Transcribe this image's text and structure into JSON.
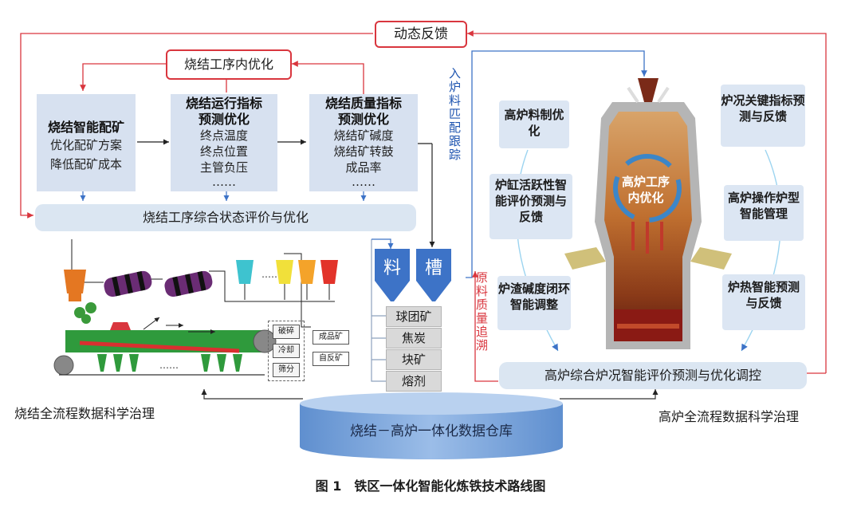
{
  "feedback": "动态反馈",
  "sinter_opt": "烧结工序内优化",
  "box1": {
    "title": "烧结智能配矿",
    "lines": [
      "优化配矿方案",
      "降低配矿成本"
    ]
  },
  "box2": {
    "title1": "烧结运行指标",
    "title2": "预测优化",
    "lines": [
      "终点温度",
      "终点位置",
      "主管负压",
      "……"
    ]
  },
  "box3": {
    "title1": "烧结质量指标",
    "title2": "预测优化",
    "lines": [
      "烧结矿碱度",
      "烧结矿转鼓",
      "成品率",
      "……"
    ]
  },
  "sinter_eval": "烧结工序综合状态评价与优化",
  "hopper": {
    "left": "料",
    "right": "槽",
    "items": [
      "球团矿",
      "焦炭",
      "块矿",
      "熔剂"
    ]
  },
  "vertical_top": "入炉料匹配跟踪",
  "vertical_bottom": "原料质量追溯",
  "bf_left": [
    "高炉料制优化",
    "炉缸活跃性智能评价预测与反馈",
    "炉渣碱度闭环智能调整"
  ],
  "bf_right": [
    "炉况关键指标预测与反馈",
    "高炉操作炉型智能管理",
    "炉热智能预测与反馈"
  ],
  "bf_center": "高炉工序内优化",
  "bf_eval": "高炉综合炉况智能评价预测与优化调控",
  "sinter_gov": "烧结全流程数据科学治理",
  "bf_gov": "高炉全流程数据科学治理",
  "warehouse": "烧结－高炉一体化数据仓库",
  "machine_boxes": [
    "破碎",
    "冷却",
    "筛分"
  ],
  "machine_out": [
    "成品矿",
    "自反矿"
  ],
  "machine_dots": "……",
  "caption": "图 1　铁区一体化智能化炼铁技术路线图",
  "colors": {
    "red": "#d9363e",
    "blue": "#3d73c7",
    "box": "#d7e1f0"
  }
}
